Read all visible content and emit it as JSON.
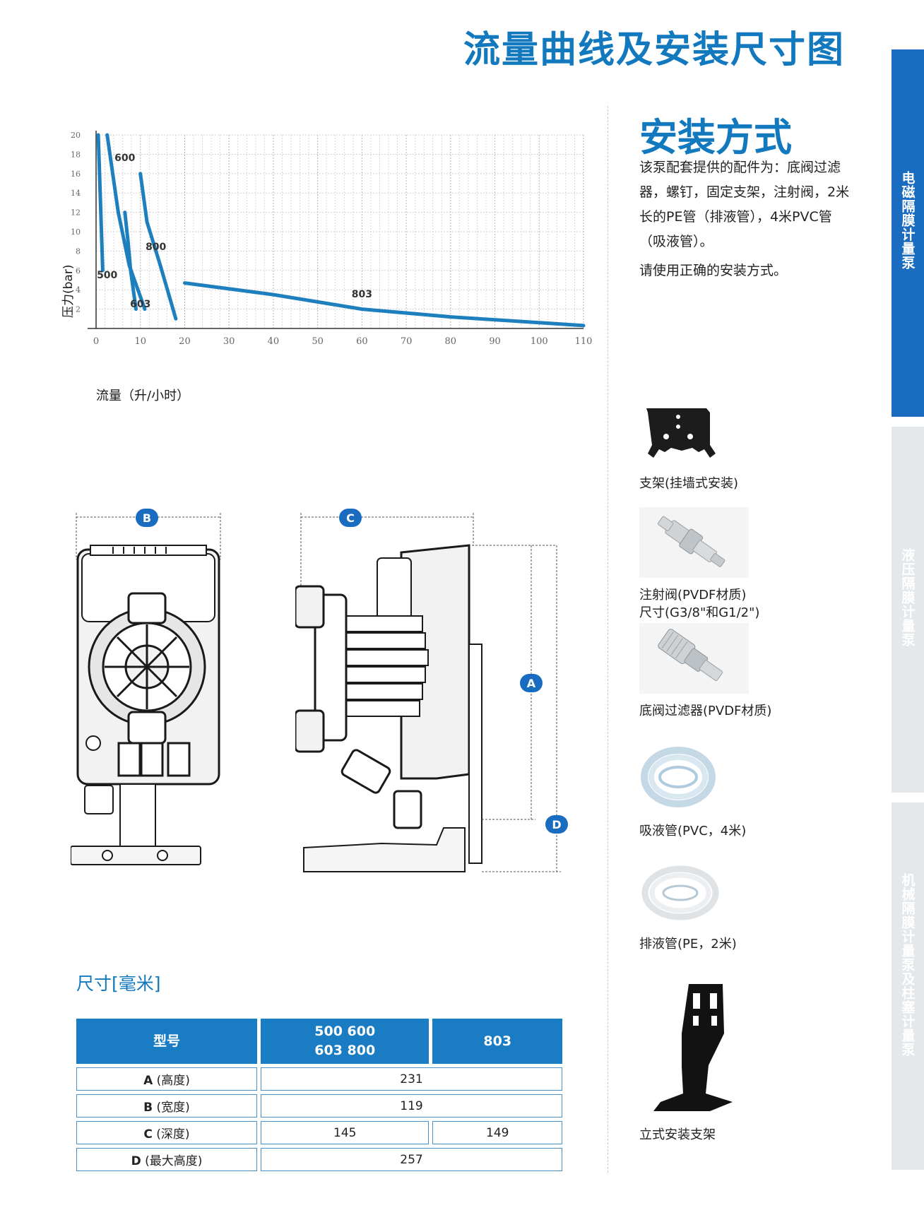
{
  "page_title": "流量曲线及安装尺寸图",
  "side_tabs": [
    {
      "label": "电磁隔膜计量泵",
      "active": true
    },
    {
      "label": "液压隔膜计量泵",
      "active": false
    },
    {
      "label": "机械隔膜计量泵及柱塞计量泵",
      "active": false
    }
  ],
  "install": {
    "heading": "安装方式",
    "paragraph": "该泵配套提供的配件为：底阀过滤器，螺钉，固定支架，注射阀，2米长的PE管（排液管），4米PVC管（吸液管）。",
    "note": "请使用正确的安装方式。"
  },
  "accessories": [
    {
      "icon": "bracket-icon",
      "label": "支架(挂墙式安装)"
    },
    {
      "icon": "injection-valve-icon",
      "label": "注射阀(PVDF材质)\n尺寸(G3/8\"和G1/2\")"
    },
    {
      "icon": "foot-valve-filter-icon",
      "label": "底阀过滤器(PVDF材质)"
    },
    {
      "icon": "suction-tube-icon",
      "label": "吸液管(PVC，4米)"
    },
    {
      "icon": "discharge-tube-icon",
      "label": "排液管(PE，2米)"
    },
    {
      "icon": "stand-bracket-icon",
      "label": "立式安装支架"
    }
  ],
  "chart_data": {
    "type": "line",
    "xlabel": "流量（升/小时）",
    "ylabel": "压力(bar)",
    "xlim": [
      0,
      110
    ],
    "ylim": [
      0,
      20
    ],
    "x_ticks": [
      0,
      10,
      20,
      30,
      40,
      50,
      60,
      70,
      80,
      90,
      100,
      110
    ],
    "y_ticks": [
      0,
      2,
      4,
      6,
      8,
      10,
      12,
      14,
      16,
      18,
      20
    ],
    "grid": true,
    "series": [
      {
        "name": "500",
        "x": [
          0.5,
          1.5
        ],
        "y": [
          20,
          6
        ]
      },
      {
        "name": "600",
        "x": [
          2.5,
          5,
          7.5,
          11
        ],
        "y": [
          20,
          12,
          6.5,
          2
        ]
      },
      {
        "name": "603",
        "x": [
          6.5,
          7.2,
          7.8,
          9
        ],
        "y": [
          12,
          9,
          6,
          2
        ]
      },
      {
        "name": "800",
        "x": [
          10,
          11.5,
          14.5,
          18
        ],
        "y": [
          16,
          11,
          6.5,
          1
        ]
      },
      {
        "name": "803",
        "x": [
          20,
          40,
          60,
          80,
          100,
          110
        ],
        "y": [
          4.7,
          3.5,
          2,
          1.2,
          0.6,
          0.3
        ]
      }
    ],
    "series_labels": [
      "500",
      "600",
      "603",
      "800",
      "803"
    ],
    "line_color": "#1e7fbf"
  },
  "dimension_markers": [
    "A",
    "B",
    "C",
    "D"
  ],
  "dimensions": {
    "title": "尺寸[毫米]",
    "headers": [
      "型号",
      "500 600\n603 800",
      "803"
    ],
    "rows": [
      {
        "key": "A",
        "label": " (高度)",
        "values": [
          "231"
        ]
      },
      {
        "key": "B",
        "label": " (宽度)",
        "values": [
          "119"
        ]
      },
      {
        "key": "C",
        "label": " (深度)",
        "values": [
          "145",
          "149"
        ]
      },
      {
        "key": "D",
        "label": " (最大高度)",
        "values": [
          "257"
        ]
      }
    ]
  }
}
